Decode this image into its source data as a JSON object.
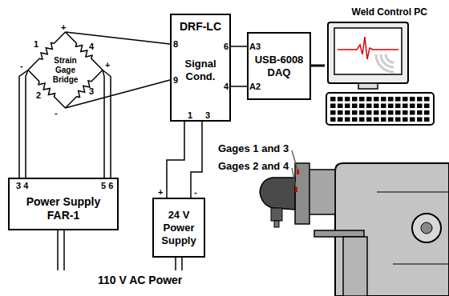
{
  "diagram": {
    "nodes": [
      {
        "text": [
          "Strain Gage Bridge"
        ]
      },
      {
        "text": [
          "DRF-LC",
          "Signal Cond."
        ]
      },
      {
        "text": [
          "USB-6008 DAQ"
        ]
      },
      {
        "text": [
          "Weld Control PC"
        ]
      },
      {
        "text": [
          "Power Supply FAR-1"
        ]
      },
      {
        "text": [
          "24 V Power Supply"
        ]
      }
    ],
    "edges": [
      {
        "from": 0,
        "to": 1,
        "arrow": "none"
      },
      {
        "from": 0,
        "to": 1,
        "arrow": "none"
      },
      {
        "from": 1,
        "to": 2,
        "arrow": "none"
      },
      {
        "from": 1,
        "to": 2,
        "arrow": "none"
      },
      {
        "from": 2,
        "to": 3,
        "arrow": "none"
      },
      {
        "from": 0,
        "to": 4,
        "arrow": "none"
      },
      {
        "from": 0,
        "to": 4,
        "arrow": "none"
      },
      {
        "from": 0,
        "to": 4,
        "arrow": "none"
      },
      {
        "from": 0,
        "to": 4,
        "arrow": "none"
      },
      {
        "from": 1,
        "to": 5,
        "arrow": "none"
      },
      {
        "from": 1,
        "to": 5,
        "arrow": "none"
      }
    ],
    "labels": [
      "+",
      "-",
      "+",
      "-",
      "1",
      "4",
      "2",
      "3",
      "8",
      "9",
      "6",
      "4",
      "A3",
      "A2",
      "1",
      "3",
      "3 4",
      "5 6",
      "+",
      "-",
      "110 V AC Power",
      "Gages 1 and 3",
      "Gages 2 and 4"
    ]
  }
}
